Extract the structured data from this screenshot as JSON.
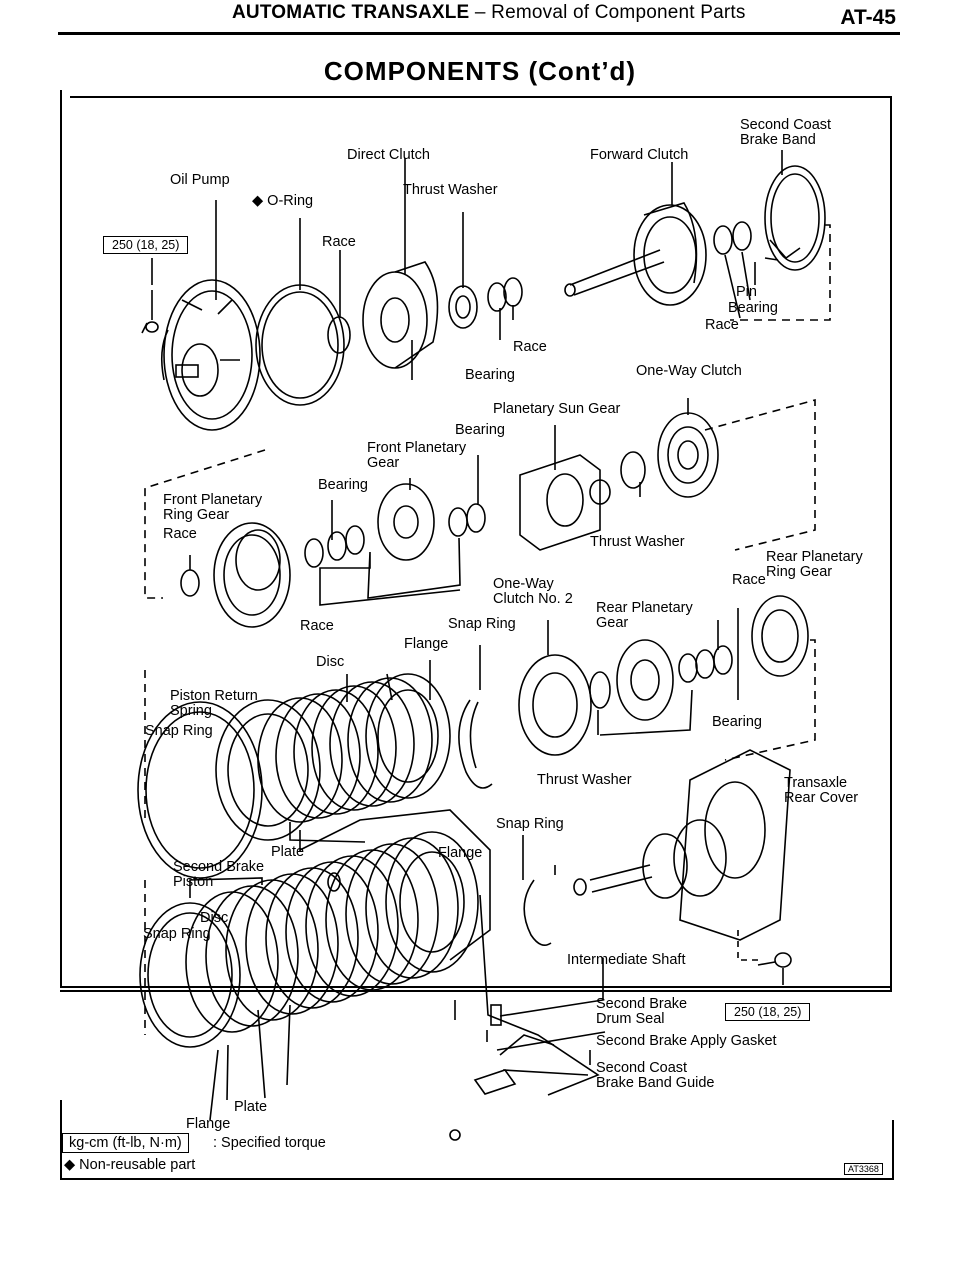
{
  "header": {
    "title_bold": "AUTOMATIC TRANSAXLE",
    "title_rest": " – Removal of Component Parts",
    "page": "AT-45"
  },
  "section_title": "COMPONENTS (Cont’d)",
  "labels": {
    "second_coast_brake_band": "Second Coast\nBrake Band",
    "direct_clutch": "Direct Clutch",
    "forward_clutch": "Forward Clutch",
    "oil_pump": "Oil Pump",
    "o_ring": "◆ O-Ring",
    "thrust_washer_1": "Thrust Washer",
    "race_1": "Race",
    "pin": "Pin",
    "bearing_1": "Bearing",
    "race_2": "Race",
    "race_3": "Race",
    "bearing_2": "Bearing",
    "one_way_clutch": "One-Way Clutch",
    "planetary_sun_gear": "Planetary Sun Gear",
    "bearing_3": "Bearing",
    "front_planetary_gear": "Front Planetary\nGear",
    "bearing_4": "Bearing",
    "front_planetary_ring_gear": "Front Planetary\nRing Gear",
    "race_4": "Race",
    "thrust_washer_2": "Thrust Washer",
    "rear_planetary_ring_gear": "Rear Planetary\nRing Gear",
    "race_5": "Race",
    "one_way_clutch_no2": "One-Way\nClutch No. 2",
    "rear_planetary_gear": "Rear Planetary\nGear",
    "race_6": "Race",
    "snap_ring_1": "Snap Ring",
    "flange_1": "Flange",
    "disc_1": "Disc",
    "piston_return_spring": "Piston Return\nSpring",
    "snap_ring_2": "Snap Ring",
    "bearing_5": "Bearing",
    "thrust_washer_3": "Thrust Washer",
    "transaxle_rear_cover": "Transaxle\nRear Cover",
    "snap_ring_3": "Snap Ring",
    "plate_1": "Plate",
    "flange_2": "Flange",
    "second_brake_piston": "Second Brake\nPiston",
    "disc_2": "Disc",
    "snap_ring_4": "Snap Ring",
    "intermediate_shaft": "Intermediate Shaft",
    "second_brake_drum_seal": "Second Brake\nDrum Seal",
    "second_brake_apply_gasket": "Second Brake Apply Gasket",
    "second_coast_brake_band_guide": "Second Coast\nBrake Band Guide",
    "plate_2": "Plate",
    "flange_3": "Flange"
  },
  "torque": {
    "oil_pump_bolt": "250 (18, 25)",
    "rear_cover_bolt": "250 (18, 25)"
  },
  "legend": {
    "torque_unit": "kg-cm (ft-lb, N·m)",
    "torque_desc": ": Specified torque",
    "non_reusable": "◆ Non-reusable part"
  },
  "figure_code": "AT3368"
}
